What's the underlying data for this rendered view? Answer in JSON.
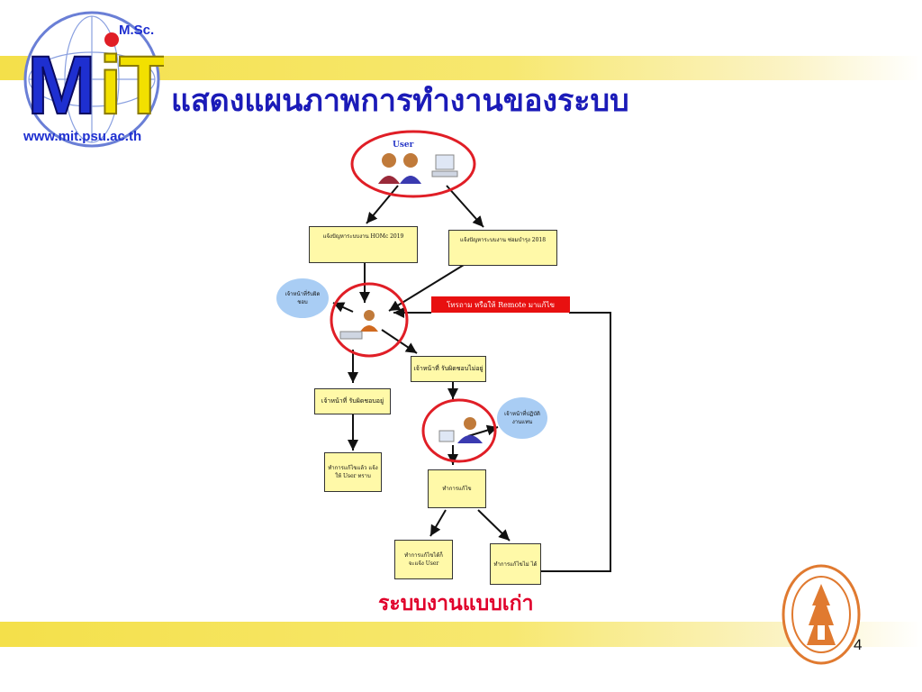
{
  "slide": {
    "title": "แสดงแผนภาพการทำงานของระบบ",
    "caption": "ระบบงานแบบเก่า",
    "page_number": "4"
  },
  "logo": {
    "text_msc": "M.Sc.",
    "text_url": "www.mit.psu.ac.th",
    "letters": "MiT"
  },
  "diagram": {
    "user_label": "User",
    "box_home": "แจ้งปัญหาระบบงาน HOMc 2019",
    "box_repair": "แจ้งปัญหาระบบงาน ซ่อมบำรุง 2018",
    "bubble_receiver": "เจ้าหน้าที่รับผิดชอบ",
    "red_note": "โทรถาม หรือให้ Remote มาแก้ไข",
    "box_staff_absent": "เจ้าหน้าที่ รับผิดชอบไม่อยู่",
    "box_staff_present": "เจ้าหน้าที่ รับผิดชอบอยู่",
    "bubble_substitute": "เจ้าหน้าที่ปฏิบัติงานแทน",
    "box_fixed_notify": "ทำการแก้ไขแล้ว แจ้งให้ User ทราบ",
    "box_do_fix": "ทำการแก้ไข",
    "box_fixed_ok": "ทำการแก้ไขได้ก็ จะแจ้ง User",
    "box_fix_fail": "ทำการแก้ไขไม่ ได้"
  },
  "colors": {
    "title": "#1b1bb8",
    "caption": "#e0002b",
    "band": "#f4e04a",
    "box_fill": "#fff9a8",
    "bubble_fill": "#a9cdf4",
    "circle_outline": "#e01e26",
    "note_fill": "#e81010"
  },
  "icons": {
    "user_group": "users-at-computer-icon",
    "staff": "staff-at-computer-icon",
    "substitute": "substitute-staff-icon",
    "hospital": "hospital-seal-icon"
  }
}
